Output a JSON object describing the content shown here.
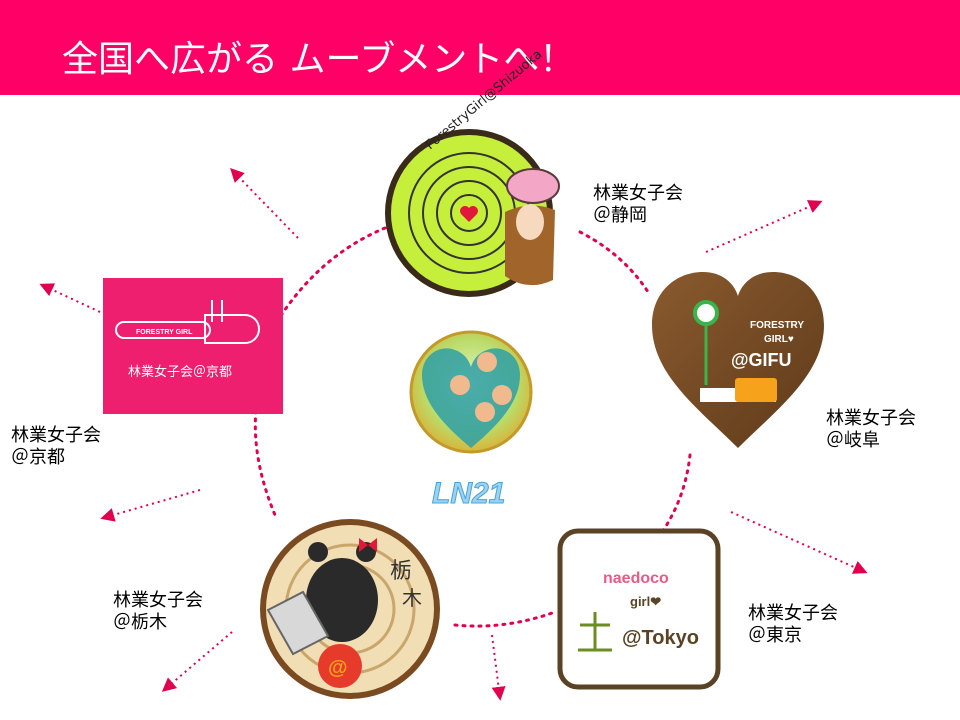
{
  "slide": {
    "title": "全国へ広がる ムーブメントへ！",
    "header_color": "#ff0066",
    "center_logo_text": "LN21"
  },
  "groups": [
    {
      "line1": "林業女子会",
      "line2": "＠静岡",
      "logo_text": "ForestryGirl@Shizuoka"
    },
    {
      "line1": "林業女子会",
      "line2": "＠岐阜",
      "logo_text1": "FORESTRY",
      "logo_text2": "GIRL♥",
      "logo_text3": "@GIFU"
    },
    {
      "line1": "林業女子会",
      "line2": "＠東京",
      "logo_text1": "naedoco",
      "logo_text2": "girl❤",
      "logo_text3": "@Tokyo"
    },
    {
      "line1": "林業女子会",
      "line2": "＠栃木",
      "logo_text1": "栃",
      "logo_text2": "木"
    },
    {
      "line1": "林業女子会",
      "line2": "＠京都",
      "logo_text1": "FORESTRY GIRL",
      "logo_text2": "林業女子会＠京都"
    }
  ]
}
